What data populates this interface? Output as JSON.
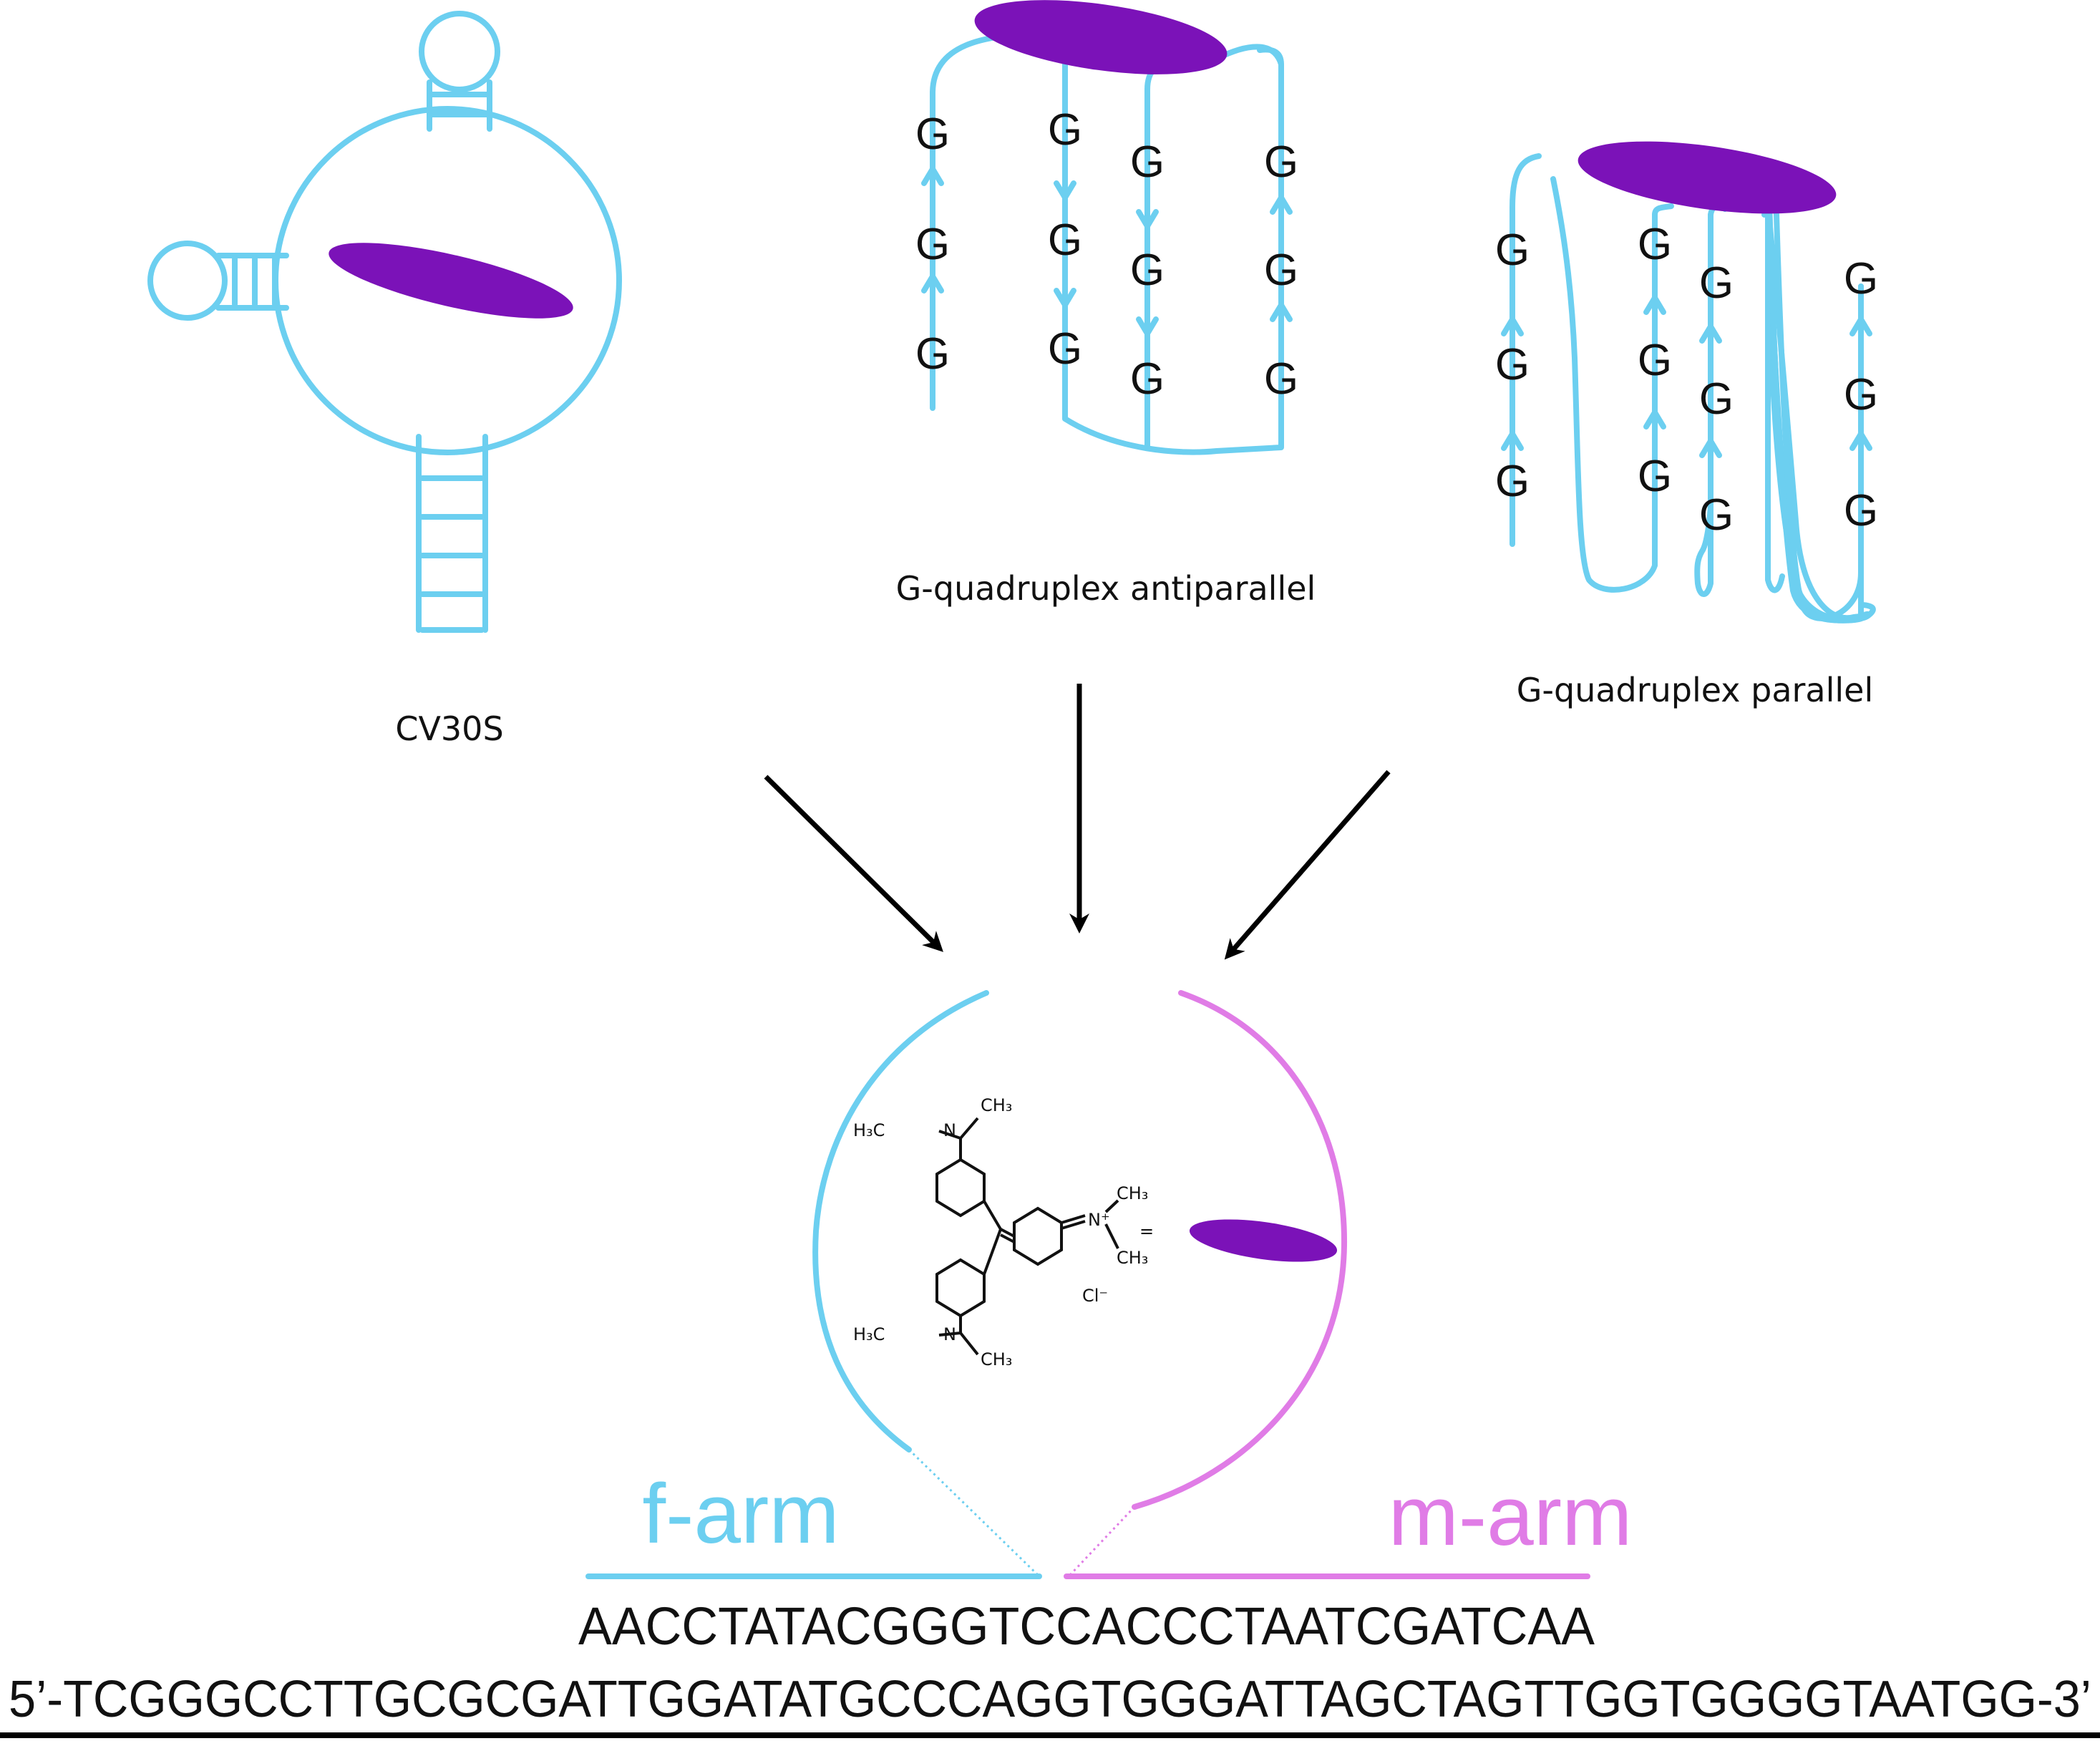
{
  "labels": {
    "cv30s": "CV30S",
    "antiparallel": "G-quadruplex antiparallel",
    "parallel": "G-quadruplex parallel",
    "f_arm": "f-arm",
    "m_arm": "m-arm"
  },
  "nucleotide": "G",
  "chem": {
    "h3c": "H₃C",
    "n": "N",
    "nplus": "N⁺",
    "ch3": "CH₃",
    "cl": "Cl⁻",
    "equals": "="
  },
  "sequences": {
    "probe": "AACCTATACGGGTCCACCCTAATCGATCAA",
    "target": "5’-TCGGGCCTTGCGCGATTGGATATGCCCAGGTGGGATTAGCTAGTTGGTGGGGTAATGG-3’"
  },
  "colors": {
    "dna_blue": "#6ccff0",
    "m_arm_pink": "#e07ce6",
    "dye_purple": "#7b12b8"
  }
}
